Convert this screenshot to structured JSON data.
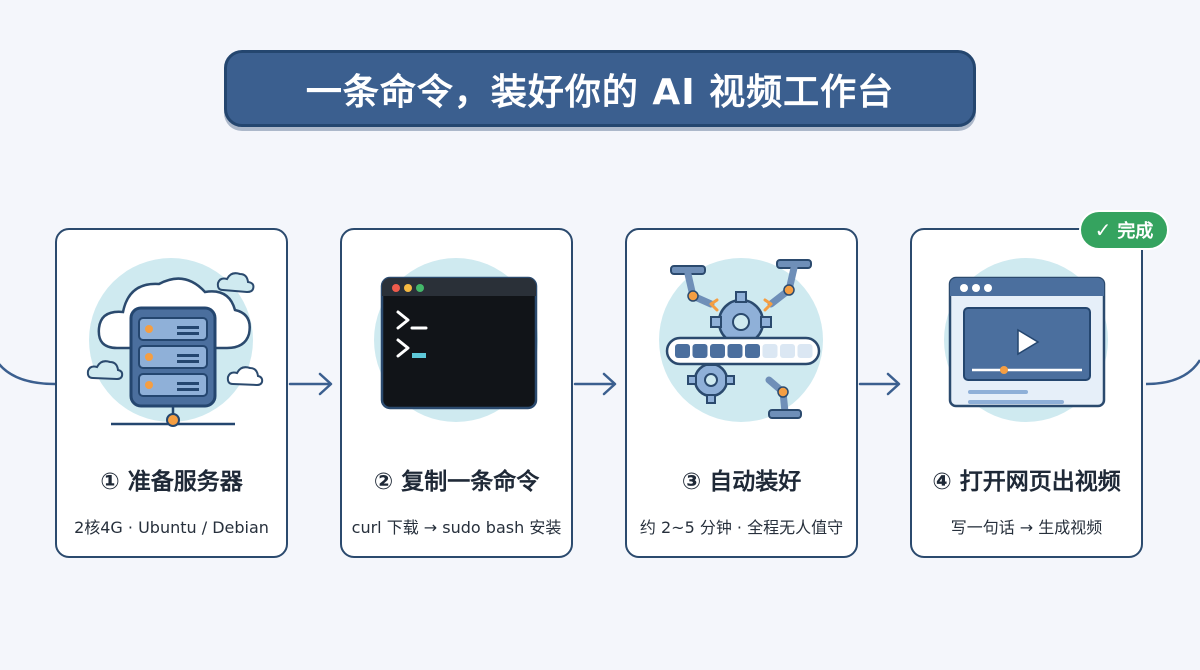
{
  "title": "一条命令，装好你的 AI 视频工作台",
  "steps": [
    {
      "title": "① 准备服务器",
      "desc": "2核4G · Ubuntu / Debian",
      "icon": "server-cloud-icon"
    },
    {
      "title": "② 复制一条命令",
      "desc": "curl 下载 → sudo bash 安装",
      "icon": "terminal-icon"
    },
    {
      "title": "③ 自动装好",
      "desc": "约 2~5 分钟 · 全程无人值守",
      "icon": "robot-arms-gear-progress-icon"
    },
    {
      "title": "④ 打开网页出视频",
      "desc": "写一句话 → 生成视频",
      "icon": "browser-video-player-icon"
    }
  ],
  "badge": {
    "label": "完成",
    "icon": "check-icon"
  },
  "colors": {
    "banner": "#3b5f8f",
    "border": "#2b4a6e",
    "circle": "#cfeaf0",
    "badge": "#35a35f",
    "terminal": "#111418"
  },
  "progress_bar": {
    "filled_segments": 5,
    "total_segments": 8
  }
}
